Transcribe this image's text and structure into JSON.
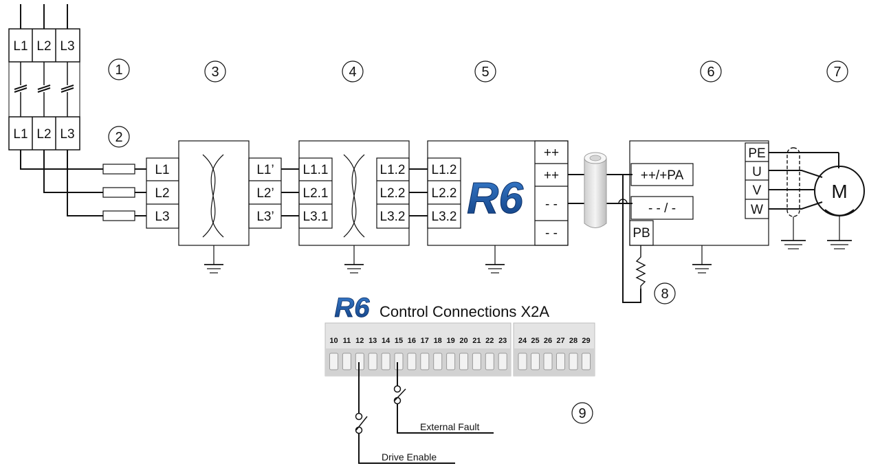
{
  "breaker": {
    "top_labels": [
      "L1",
      "L2",
      "L3"
    ],
    "bottom_labels": [
      "L1",
      "L2",
      "L3"
    ]
  },
  "callouts": [
    "1",
    "2",
    "3",
    "4",
    "5",
    "6",
    "7",
    "8",
    "9"
  ],
  "filter": {
    "input_labels": [
      "L1",
      "L2",
      "L3"
    ],
    "output_labels": [
      "L1’",
      "L2’",
      "L3’"
    ]
  },
  "reactor": {
    "input_labels": [
      "L1.1",
      "L2.1",
      "L3.1"
    ],
    "output_labels": [
      "L1.2",
      "L2.2",
      "L3.2"
    ]
  },
  "drive": {
    "input_labels": [
      "L1.2",
      "L2.2",
      "L3.2"
    ],
    "dc_labels": [
      "++",
      "++",
      "- -",
      "- -"
    ],
    "logo": "R6"
  },
  "brake": {
    "labels": [
      "++/+PA",
      "- - / -",
      "PB"
    ]
  },
  "motor": {
    "terminal_labels": [
      "PE",
      "U",
      "V",
      "W"
    ],
    "symbol": "M"
  },
  "control": {
    "logo": "R6",
    "title": "Control Connections X2A",
    "terminals_a": [
      "10",
      "11",
      "12",
      "13",
      "14",
      "15",
      "16",
      "17",
      "18",
      "19",
      "20",
      "21",
      "22",
      "23"
    ],
    "terminals_b": [
      "24",
      "25",
      "26",
      "27",
      "28",
      "29"
    ],
    "drive_enable": "Drive Enable",
    "external_fault": "External Fault"
  },
  "colors": {
    "line": "#111111",
    "logo_blue": "#1c58a8",
    "terminal_strip": "#e4e4e4",
    "choke": "#e6e6e6"
  }
}
